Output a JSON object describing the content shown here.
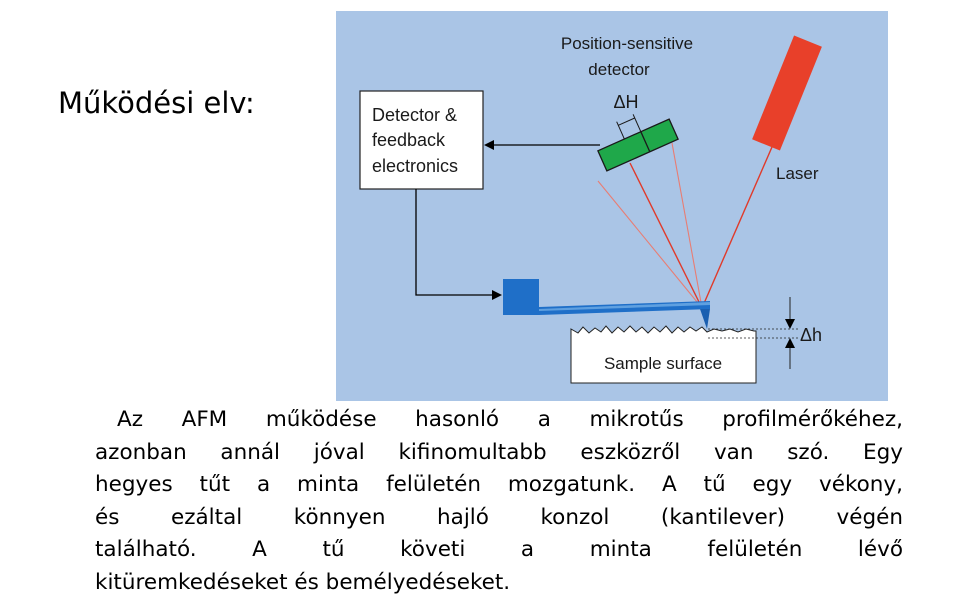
{
  "heading": "Működési elv:",
  "diagram": {
    "detector_title_line1": "Position-sensitive",
    "detector_title_line2": "detector",
    "delta_H": "ΔH",
    "feedback_line1": "Detector &",
    "feedback_line2": "feedback",
    "feedback_line3": "electronics",
    "laser_label": "Laser",
    "delta_h": "Δh",
    "sample_label": "Sample surface",
    "colors": {
      "background": "#a9c4e6",
      "laser": "#e8402a",
      "detector": "#1fa84a",
      "cantilever": "#1f6fc8",
      "beam": "#e23a2a"
    }
  },
  "paragraph": {
    "lines": [
      "Az AFM működése hasonló a mikrotűs profilmérőkéhez,",
      "azonban annál jóval kifinomultabb eszközről van szó. Egy",
      "hegyes tűt a minta felületén mozgatunk. A tű egy vékony,",
      "és ezáltal könnyen hajló konzol (kantilever) végén",
      "található. A tű követi a minta felületén lévő",
      "kitüremkedéseket és bemélyedéseket."
    ]
  }
}
